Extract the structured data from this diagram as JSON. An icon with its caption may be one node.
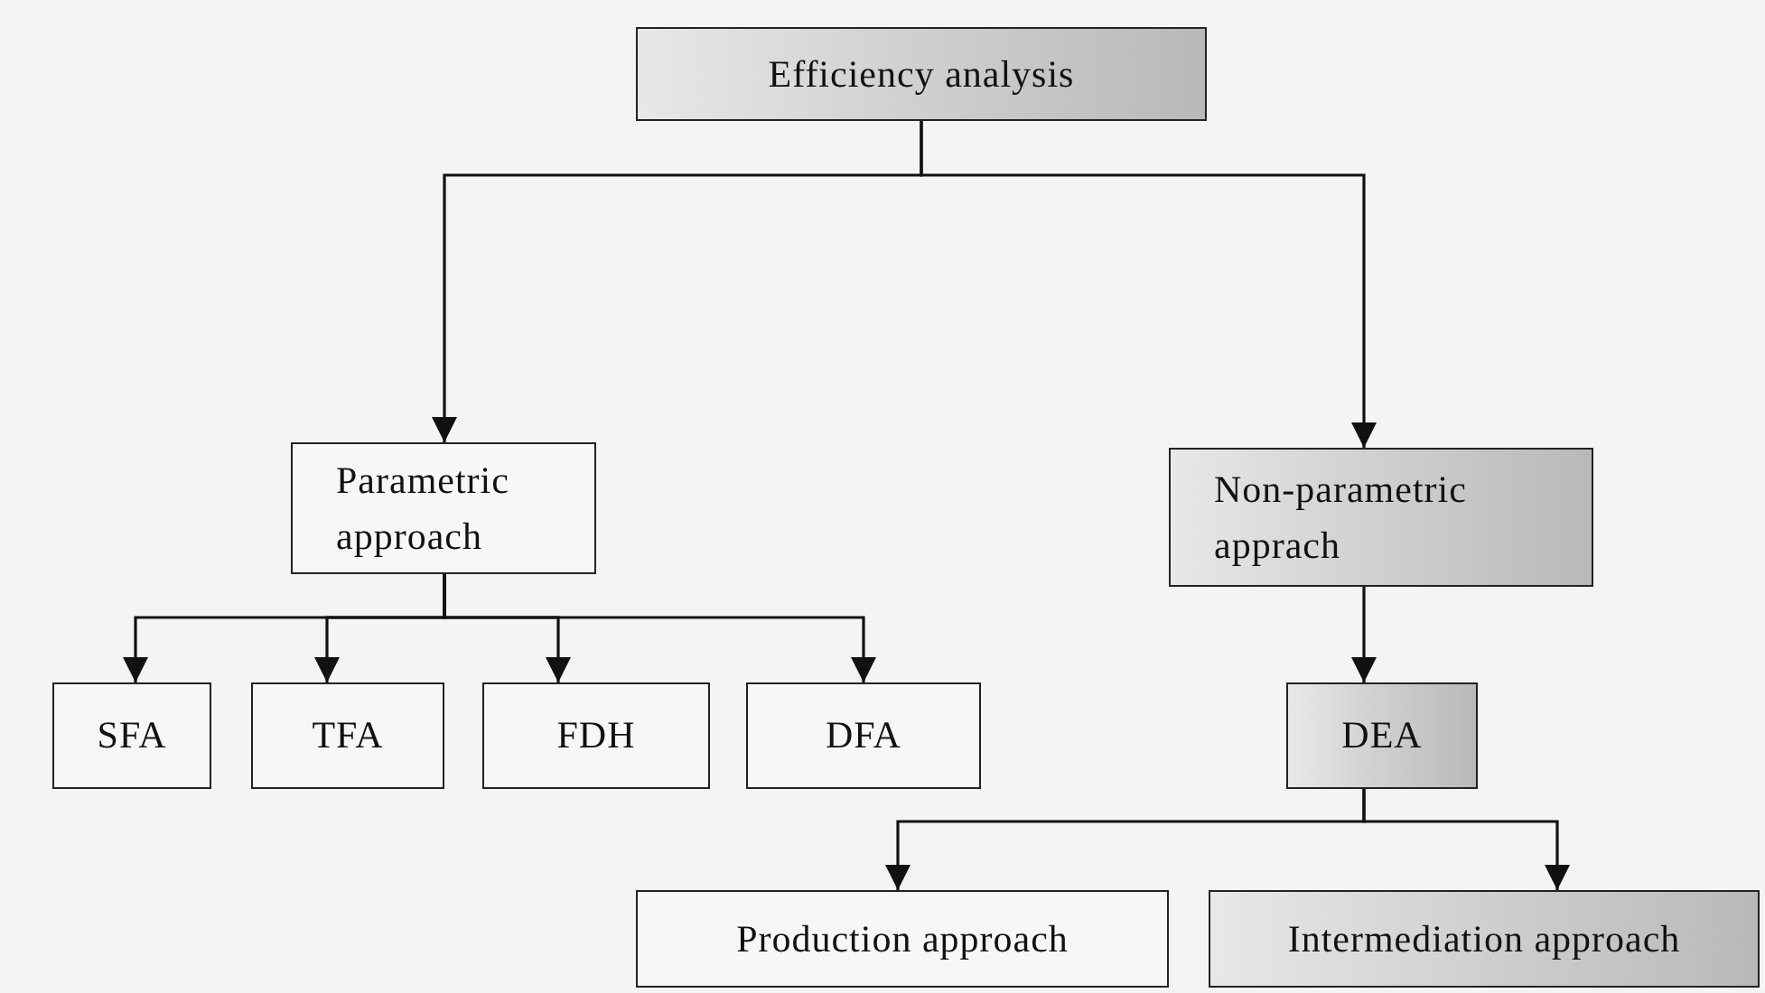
{
  "diagram": {
    "nodes": [
      {
        "text": [
          "Efficiency analysis"
        ]
      },
      {
        "text": [
          "Parametric approach"
        ]
      },
      {
        "text": [
          "Non-parametric apprach"
        ]
      },
      {
        "text": [
          "SFA"
        ]
      },
      {
        "text": [
          "TFA"
        ]
      },
      {
        "text": [
          "FDH"
        ]
      },
      {
        "text": [
          "DFA"
        ]
      },
      {
        "text": [
          "DEA"
        ]
      },
      {
        "text": [
          "Production approach"
        ]
      },
      {
        "text": [
          "Intermediation approach"
        ]
      }
    ],
    "edges": [
      {
        "from": 0,
        "to": 1,
        "arrow": "to"
      },
      {
        "from": 0,
        "to": 2,
        "arrow": "to"
      },
      {
        "from": 1,
        "to": 3,
        "arrow": "to"
      },
      {
        "from": 1,
        "to": 4,
        "arrow": "to"
      },
      {
        "from": 1,
        "to": 5,
        "arrow": "to"
      },
      {
        "from": 1,
        "to": 6,
        "arrow": "to"
      },
      {
        "from": 2,
        "to": 7,
        "arrow": "to"
      },
      {
        "from": 7,
        "to": 8,
        "arrow": "to"
      },
      {
        "from": 7,
        "to": 9,
        "arrow": "to"
      }
    ]
  }
}
